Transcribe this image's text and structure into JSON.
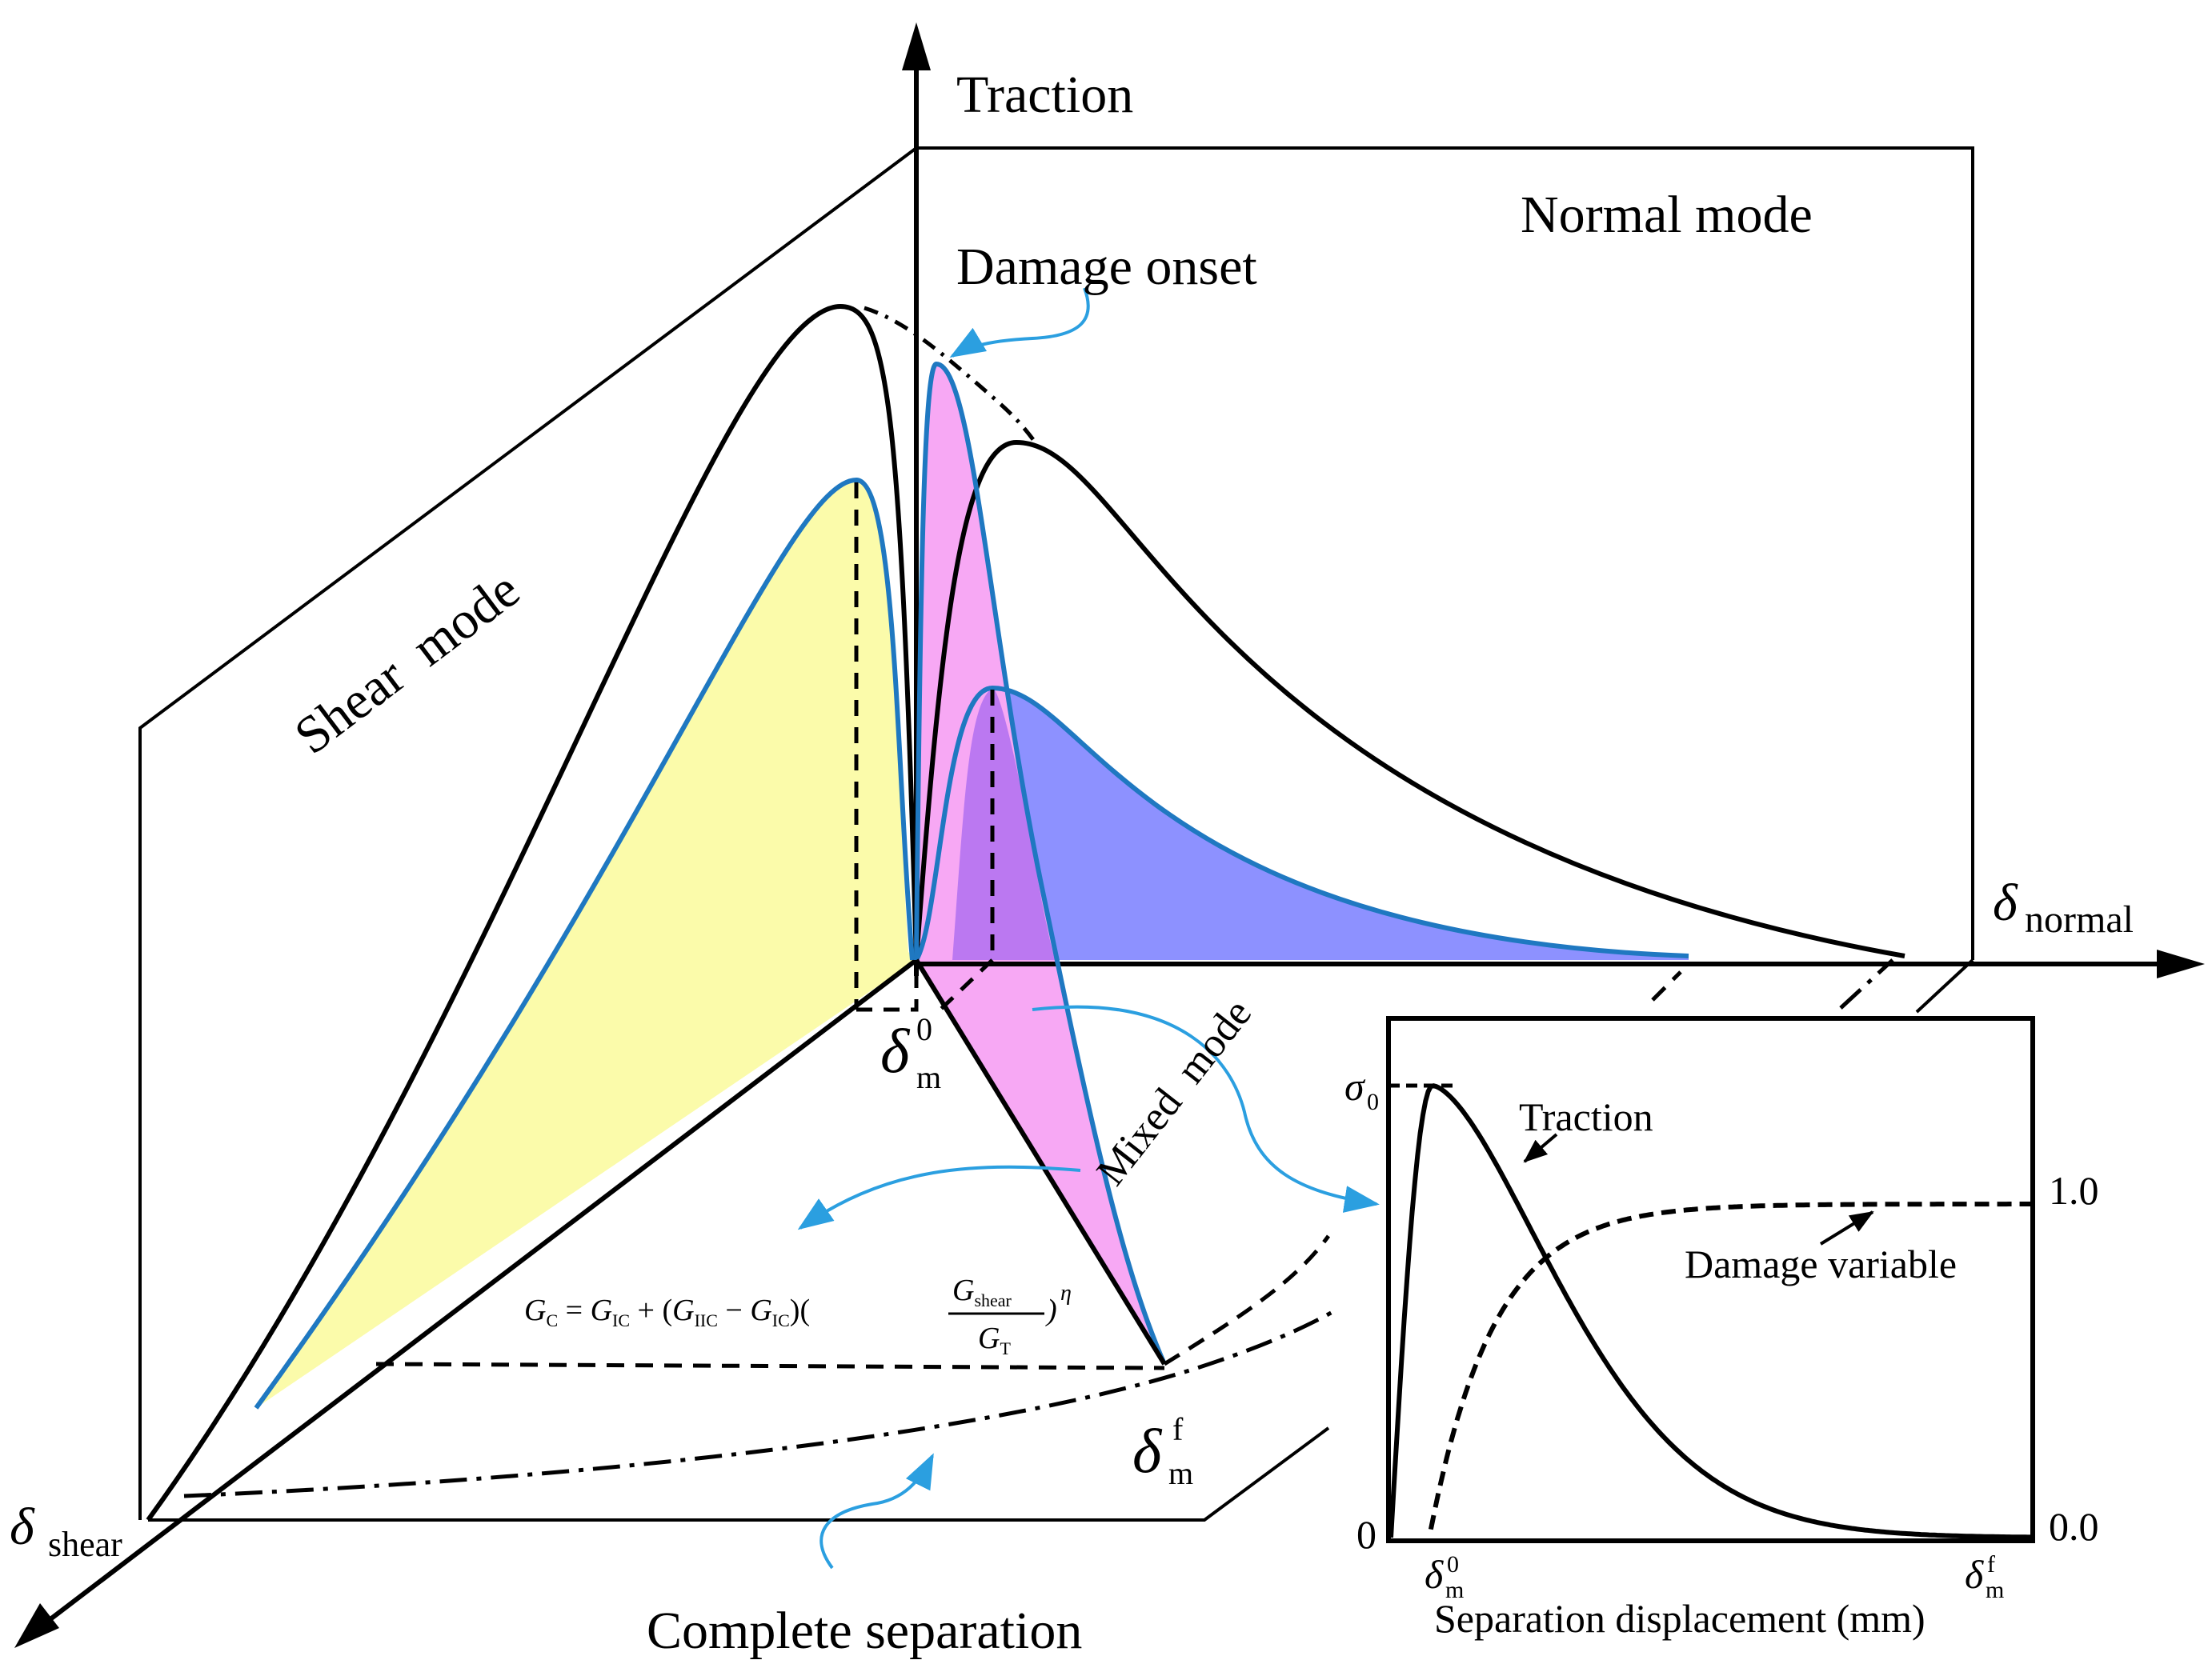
{
  "labels": {
    "traction_axis": "Traction",
    "normal_mode": "Normal mode",
    "shear_mode": "Shear  mode",
    "mixed_mode": "Mixed  mode",
    "damage_onset": "Damage onset",
    "complete_separation": "Complete separation",
    "delta_symbol": "δ",
    "delta_normal_sub": "normal",
    "delta_shear_sub": "shear",
    "delta_m_sub": "m",
    "delta_m0_sup": "0",
    "delta_mf_sup": "f"
  },
  "formula": {
    "lhs": "G",
    "lhs_sub": "C",
    "t1": "G",
    "t1_sub": "IC",
    "t2": "G",
    "t2_sub": "IIC",
    "t3": "G",
    "t3_sub": "IC",
    "num": "G",
    "num_sub": "shear",
    "den": "G",
    "den_sub": "T",
    "exponent": "η"
  },
  "inset": {
    "traction_label": "Traction",
    "damage_label": "Damage variable",
    "xlabel": "Separation displacement (mm)",
    "sigma": "σ",
    "sigma_sub": "0",
    "left_zero": "0",
    "right_top": "1.0",
    "right_bottom": "0.0",
    "x_tick_0": "δ",
    "x_tick_0_sub": "m",
    "x_tick_0_sup": "0",
    "x_tick_f": "δ",
    "x_tick_f_sub": "m",
    "x_tick_f_sup": "f"
  },
  "colors": {
    "shear_fill": "#fbfbaa",
    "mixed_fill": "#f7a8f4",
    "normal_fill": "#8d91ff",
    "overlap_fill": "#b070f0",
    "curve_blue": "#1f78c1",
    "arrow_blue": "#2b9fe0",
    "line": "#000000"
  }
}
